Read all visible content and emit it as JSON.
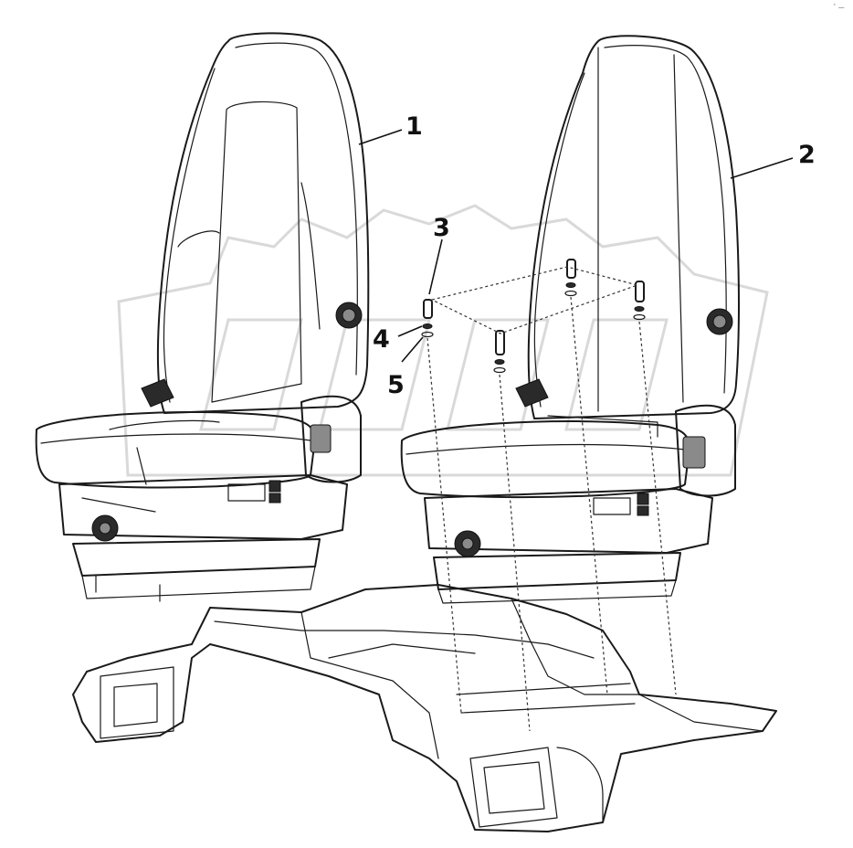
{
  "figure": {
    "corner_mark": "ˆ —",
    "callouts": [
      {
        "id": "1",
        "label": "1"
      },
      {
        "id": "2",
        "label": "2"
      },
      {
        "id": "3",
        "label": "3"
      },
      {
        "id": "4",
        "label": "4"
      },
      {
        "id": "5",
        "label": "5"
      }
    ]
  }
}
